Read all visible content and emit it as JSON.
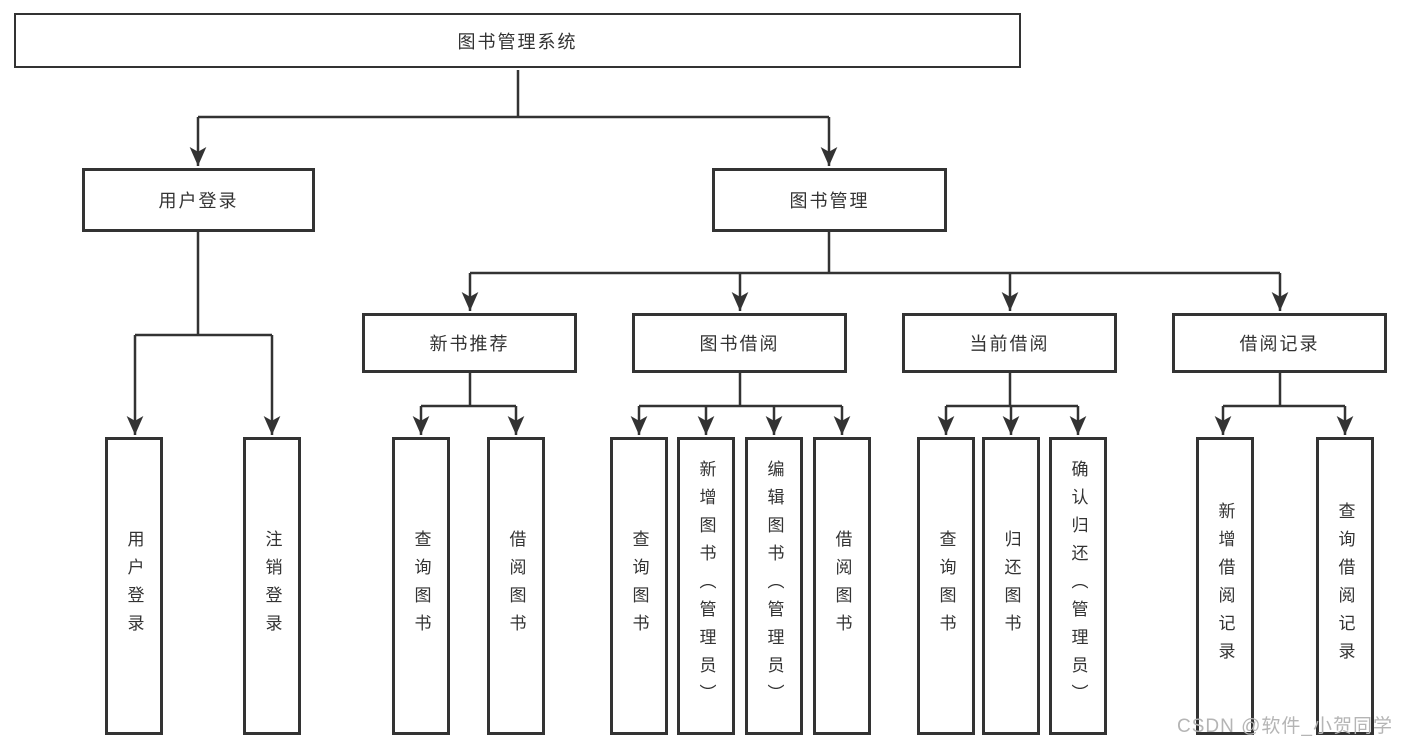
{
  "tree": {
    "root": "图书管理系统",
    "branches": [
      {
        "label": "用户登录",
        "children": [
          "用户登录",
          "注销登录"
        ]
      },
      {
        "label": "图书管理",
        "groups": [
          {
            "label": "新书推荐",
            "children": [
              "查询图书",
              "借阅图书"
            ]
          },
          {
            "label": "图书借阅",
            "children": [
              "查询图书",
              "新增图书（管理员）",
              "编辑图书（管理员）",
              "借阅图书"
            ]
          },
          {
            "label": "当前借阅",
            "children": [
              "查询图书",
              "归还图书",
              "确认归还（管理员）"
            ]
          },
          {
            "label": "借阅记录",
            "children": [
              "新增借阅记录",
              "查询借阅记录"
            ]
          }
        ]
      }
    ]
  },
  "watermark": "CSDN @软件_小贺同学",
  "colors": {
    "line": "#333333",
    "text": "#333333",
    "watermark": "#b5b5b5",
    "background": "#ffffff"
  }
}
